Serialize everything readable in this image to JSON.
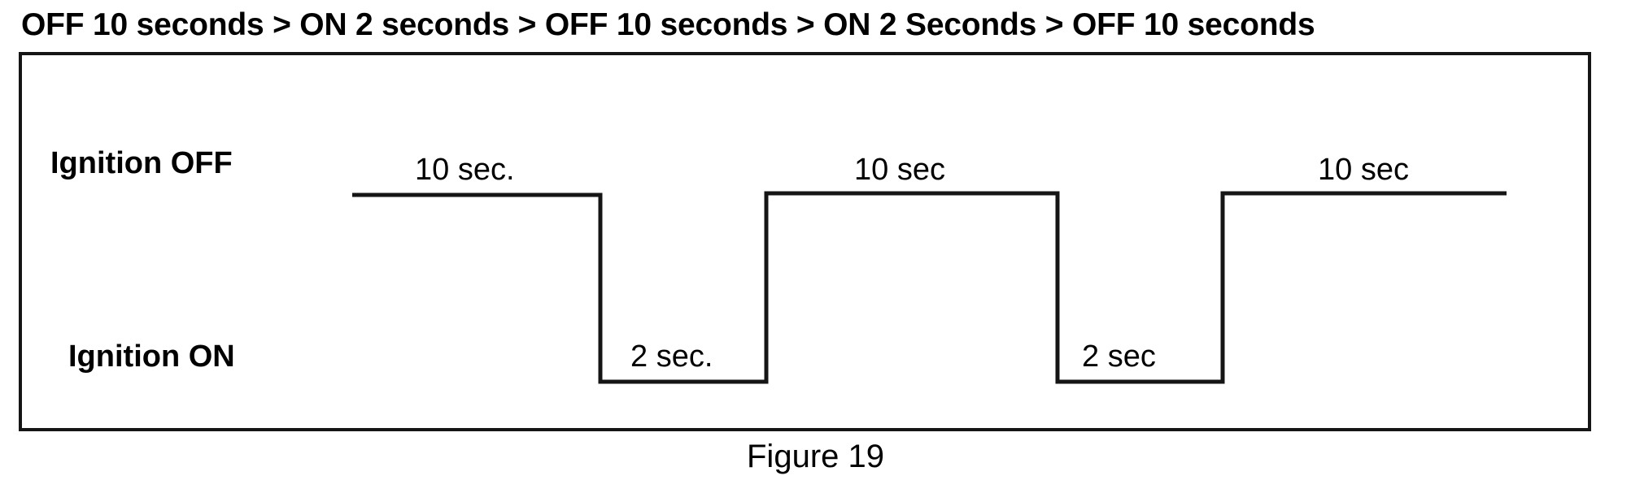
{
  "title": "OFF 10 seconds  > ON 2 seconds > OFF 10 seconds > ON 2 Seconds > OFF 10 seconds",
  "caption": "Figure 19",
  "rows": {
    "off_label": "Ignition OFF",
    "on_label": "Ignition ON"
  },
  "annotations": {
    "high": [
      "10 sec.",
      "10 sec",
      "10 sec"
    ],
    "low": [
      "2 sec.",
      "2 sec"
    ]
  },
  "colors": {
    "stroke": "#151515",
    "background": "#ffffff",
    "text": "#000000"
  },
  "chart_data": {
    "type": "line",
    "title": "OFF 10 seconds  > ON 2 seconds > OFF 10 seconds > ON 2 Seconds > OFF 10 seconds",
    "xlabel": "",
    "ylabel": "",
    "grid": false,
    "legend": "none",
    "states": [
      "Ignition OFF",
      "Ignition ON"
    ],
    "ylim": [
      0,
      1
    ],
    "ytick_labels": [
      "Ignition ON",
      "Ignition OFF"
    ],
    "x": [
      0,
      10,
      10,
      12,
      12,
      22,
      22,
      24,
      24,
      34
    ],
    "values": [
      1,
      1,
      0,
      0,
      1,
      1,
      0,
      0,
      1,
      1
    ],
    "xlim": [
      0,
      34
    ],
    "segments": [
      {
        "state": "OFF",
        "duration_seconds": 10,
        "label": "10 sec.",
        "level": "high"
      },
      {
        "state": "ON",
        "duration_seconds": 2,
        "label": "2 sec.",
        "level": "low"
      },
      {
        "state": "OFF",
        "duration_seconds": 10,
        "label": "10 sec",
        "level": "high"
      },
      {
        "state": "ON",
        "duration_seconds": 2,
        "label": "2 sec",
        "level": "low"
      },
      {
        "state": "OFF",
        "duration_seconds": 10,
        "label": "10 sec",
        "level": "high"
      }
    ]
  }
}
